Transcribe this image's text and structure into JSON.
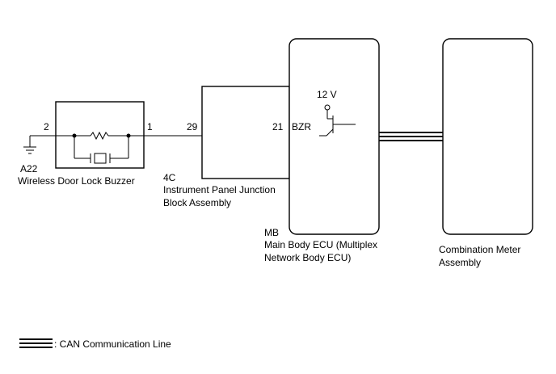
{
  "components": {
    "buzzer": {
      "code": "A22",
      "name": "Wireless Door Lock Buzzer",
      "pin_left": "2",
      "pin_right": "1"
    },
    "junction_block": {
      "code": "4C",
      "name_line1": "Instrument Panel Junction",
      "name_line2": "Block Assembly",
      "pin_left": "29",
      "pin_right": "21"
    },
    "ecu": {
      "code": "MB",
      "name_line1": "Main Body ECU (Multiplex",
      "name_line2": "Network Body ECU)",
      "signal": "BZR",
      "supply": "12 V"
    },
    "meter": {
      "name_line1": "Combination Meter",
      "name_line2": "Assembly"
    }
  },
  "legend": {
    "can_label": ": CAN Communication Line"
  }
}
